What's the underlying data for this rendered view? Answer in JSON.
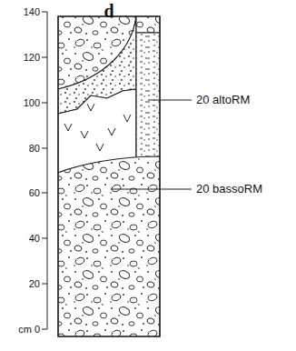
{
  "diagram": {
    "title": "d",
    "labels": [
      "140",
      "120",
      "100",
      "80",
      "60",
      "40",
      "20",
      "cm 0",
      "20 altoRM",
      "20 bassoRM"
    ]
  }
}
